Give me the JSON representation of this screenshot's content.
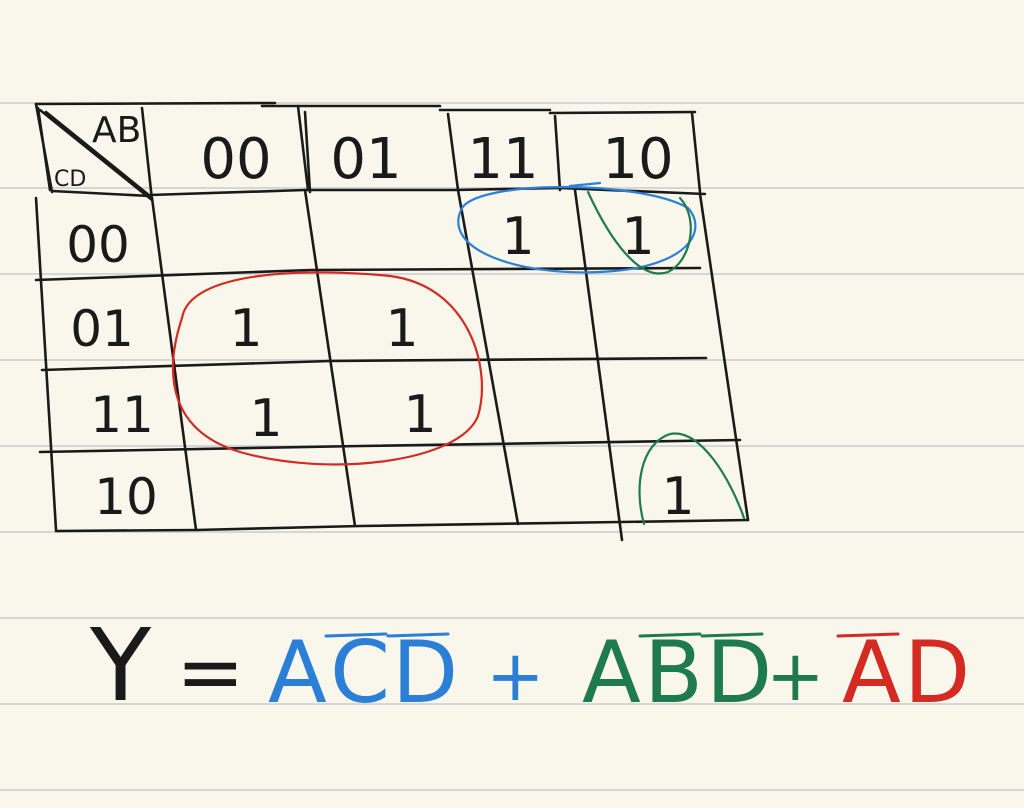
{
  "kmap": {
    "corner": {
      "top_label": "AB",
      "side_label": "CD"
    },
    "columns": [
      "00",
      "01",
      "11",
      "10"
    ],
    "rows": [
      "00",
      "01",
      "11",
      "10"
    ],
    "cells": [
      [
        "",
        "",
        "1",
        "1"
      ],
      [
        "1",
        "1",
        "",
        ""
      ],
      [
        "1",
        "1",
        "",
        ""
      ],
      [
        "",
        "",
        "",
        "1"
      ]
    ]
  },
  "equation": {
    "lhs": "Y",
    "equals": "=",
    "plus": "+",
    "terms": [
      {
        "letters": [
          "A",
          "C",
          "D"
        ],
        "bars": [
          false,
          true,
          true
        ],
        "color": "#2c7fd6"
      },
      {
        "letters": [
          "A",
          "B",
          "D"
        ],
        "bars": [
          false,
          true,
          true
        ],
        "color": "#1f7a4d"
      },
      {
        "letters": [
          "A",
          "D"
        ],
        "bars": [
          true,
          false
        ],
        "color": "#d42a22"
      }
    ]
  },
  "colors": {
    "paper": "#f9f7ec",
    "rule": "#d6d6d6",
    "ink": "#1a1a1a",
    "blue": "#2c7fd6",
    "green": "#1f7a4d",
    "red": "#d42a22"
  }
}
